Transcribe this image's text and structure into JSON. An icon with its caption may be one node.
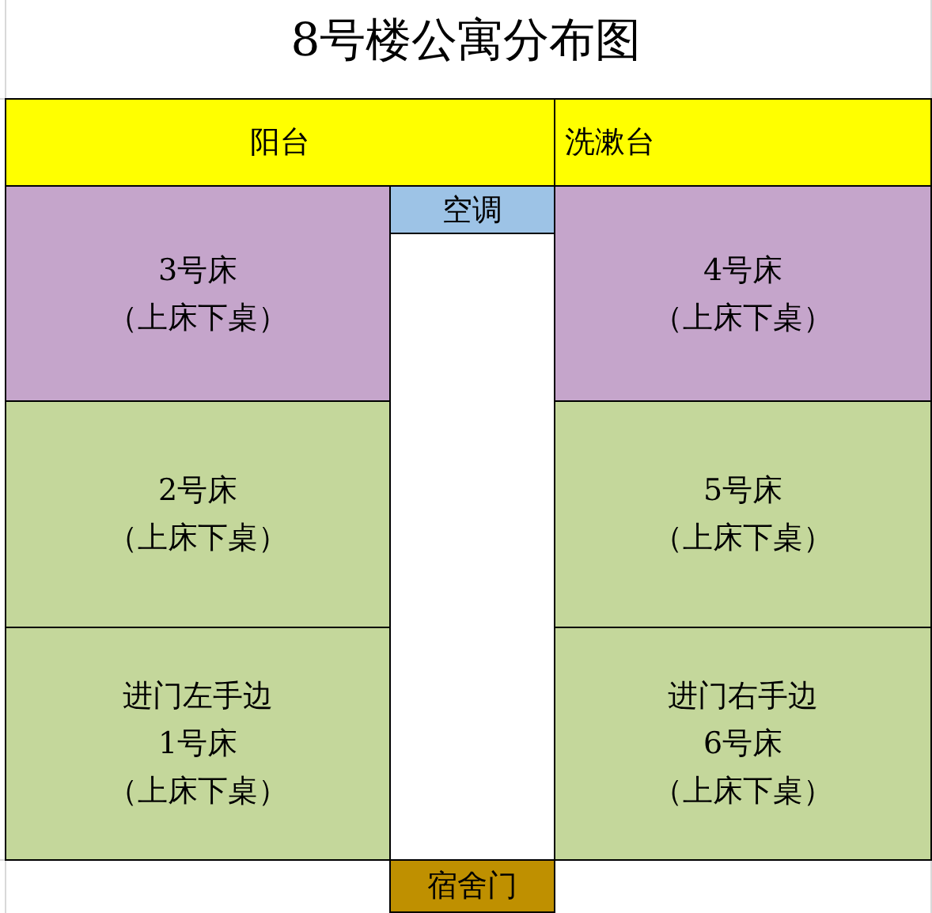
{
  "diagram": {
    "title": "8号楼公寓分布图",
    "nodes": [
      {
        "text": [
          "阳台"
        ]
      },
      {
        "text": [
          "洗漱台"
        ]
      },
      {
        "text": [
          "空调"
        ]
      },
      {
        "text": [
          "3号床",
          "（上床下桌）"
        ]
      },
      {
        "text": [
          "4号床",
          "（上床下桌）"
        ]
      },
      {
        "text": [
          "2号床",
          "（上床下桌）"
        ]
      },
      {
        "text": [
          "5号床",
          "（上床下桌）"
        ]
      },
      {
        "text": [
          "进门左手边",
          "1号床",
          "（上床下桌）"
        ]
      },
      {
        "text": [
          "进门右手边",
          "6号床",
          "（上床下桌）"
        ]
      },
      {
        "text": [
          "宿舍门"
        ]
      }
    ]
  }
}
